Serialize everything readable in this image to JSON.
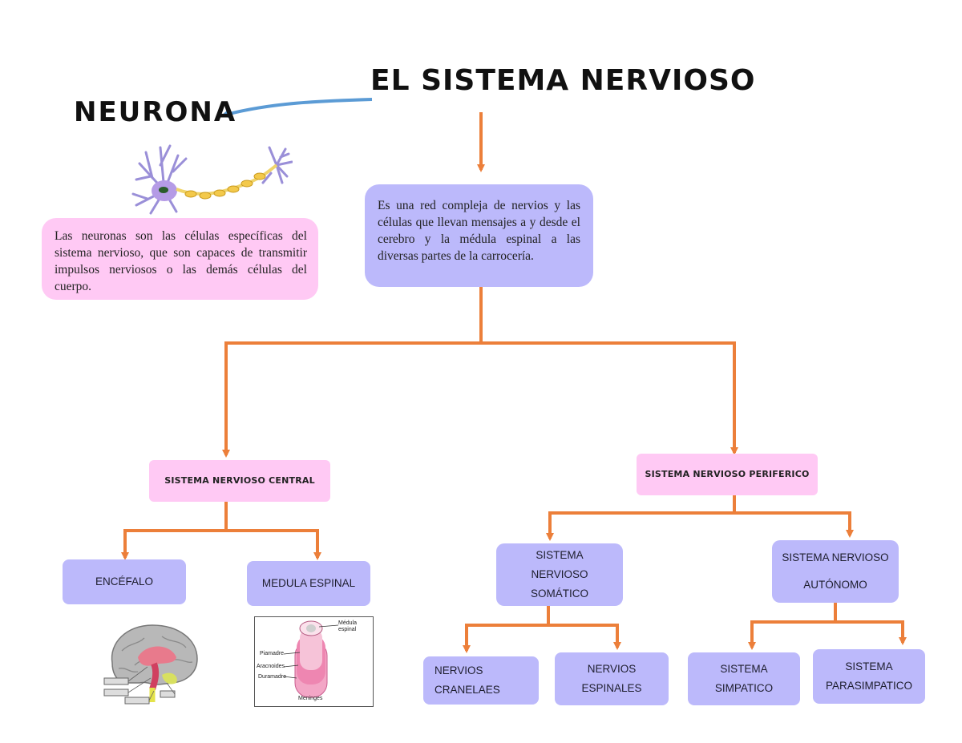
{
  "title": "EL SISTEMA NERVIOSO",
  "neurona": {
    "title": "NEURONA",
    "description": "Las neuronas son las células específicas del sistema nervioso, que son capaces de transmitir impulsos nerviosos o las demás células del cuerpo."
  },
  "definition": "Es una red compleja de nervios y las células que llevan mensajes a y desde el cerebro y la médula espinal a las diversas partes de la carrocería.",
  "central": {
    "label": "SISTEMA NERVIOSO CENTRAL",
    "children": [
      "ENCÉFALO",
      "MEDULA ESPINAL"
    ]
  },
  "periferico": {
    "label": "SISTEMA NERVIOSO PERIFERICO",
    "somatico": {
      "label": "SISTEMA NERVIOSO SOMÁTICO",
      "children": [
        "NERVIOS CRANELAES",
        "NERVIOS ESPINALES"
      ]
    },
    "autonomo": {
      "label": "SISTEMA NERVIOSO AUTÓNOMO",
      "children": [
        "SISTEMA SIMPATICO",
        "SISTEMA PARASIMPATICO"
      ]
    }
  },
  "meninges_figure": {
    "labels": [
      "Médula espinal",
      "Piamadre",
      "Aracnoides",
      "Duramadre",
      "Meninges"
    ]
  },
  "colors": {
    "connector": "#ec7f3a",
    "arrow_blue": "#5b9bd5",
    "pink_box": "#ffc9f4",
    "lavender_box": "#bcb9fb"
  }
}
